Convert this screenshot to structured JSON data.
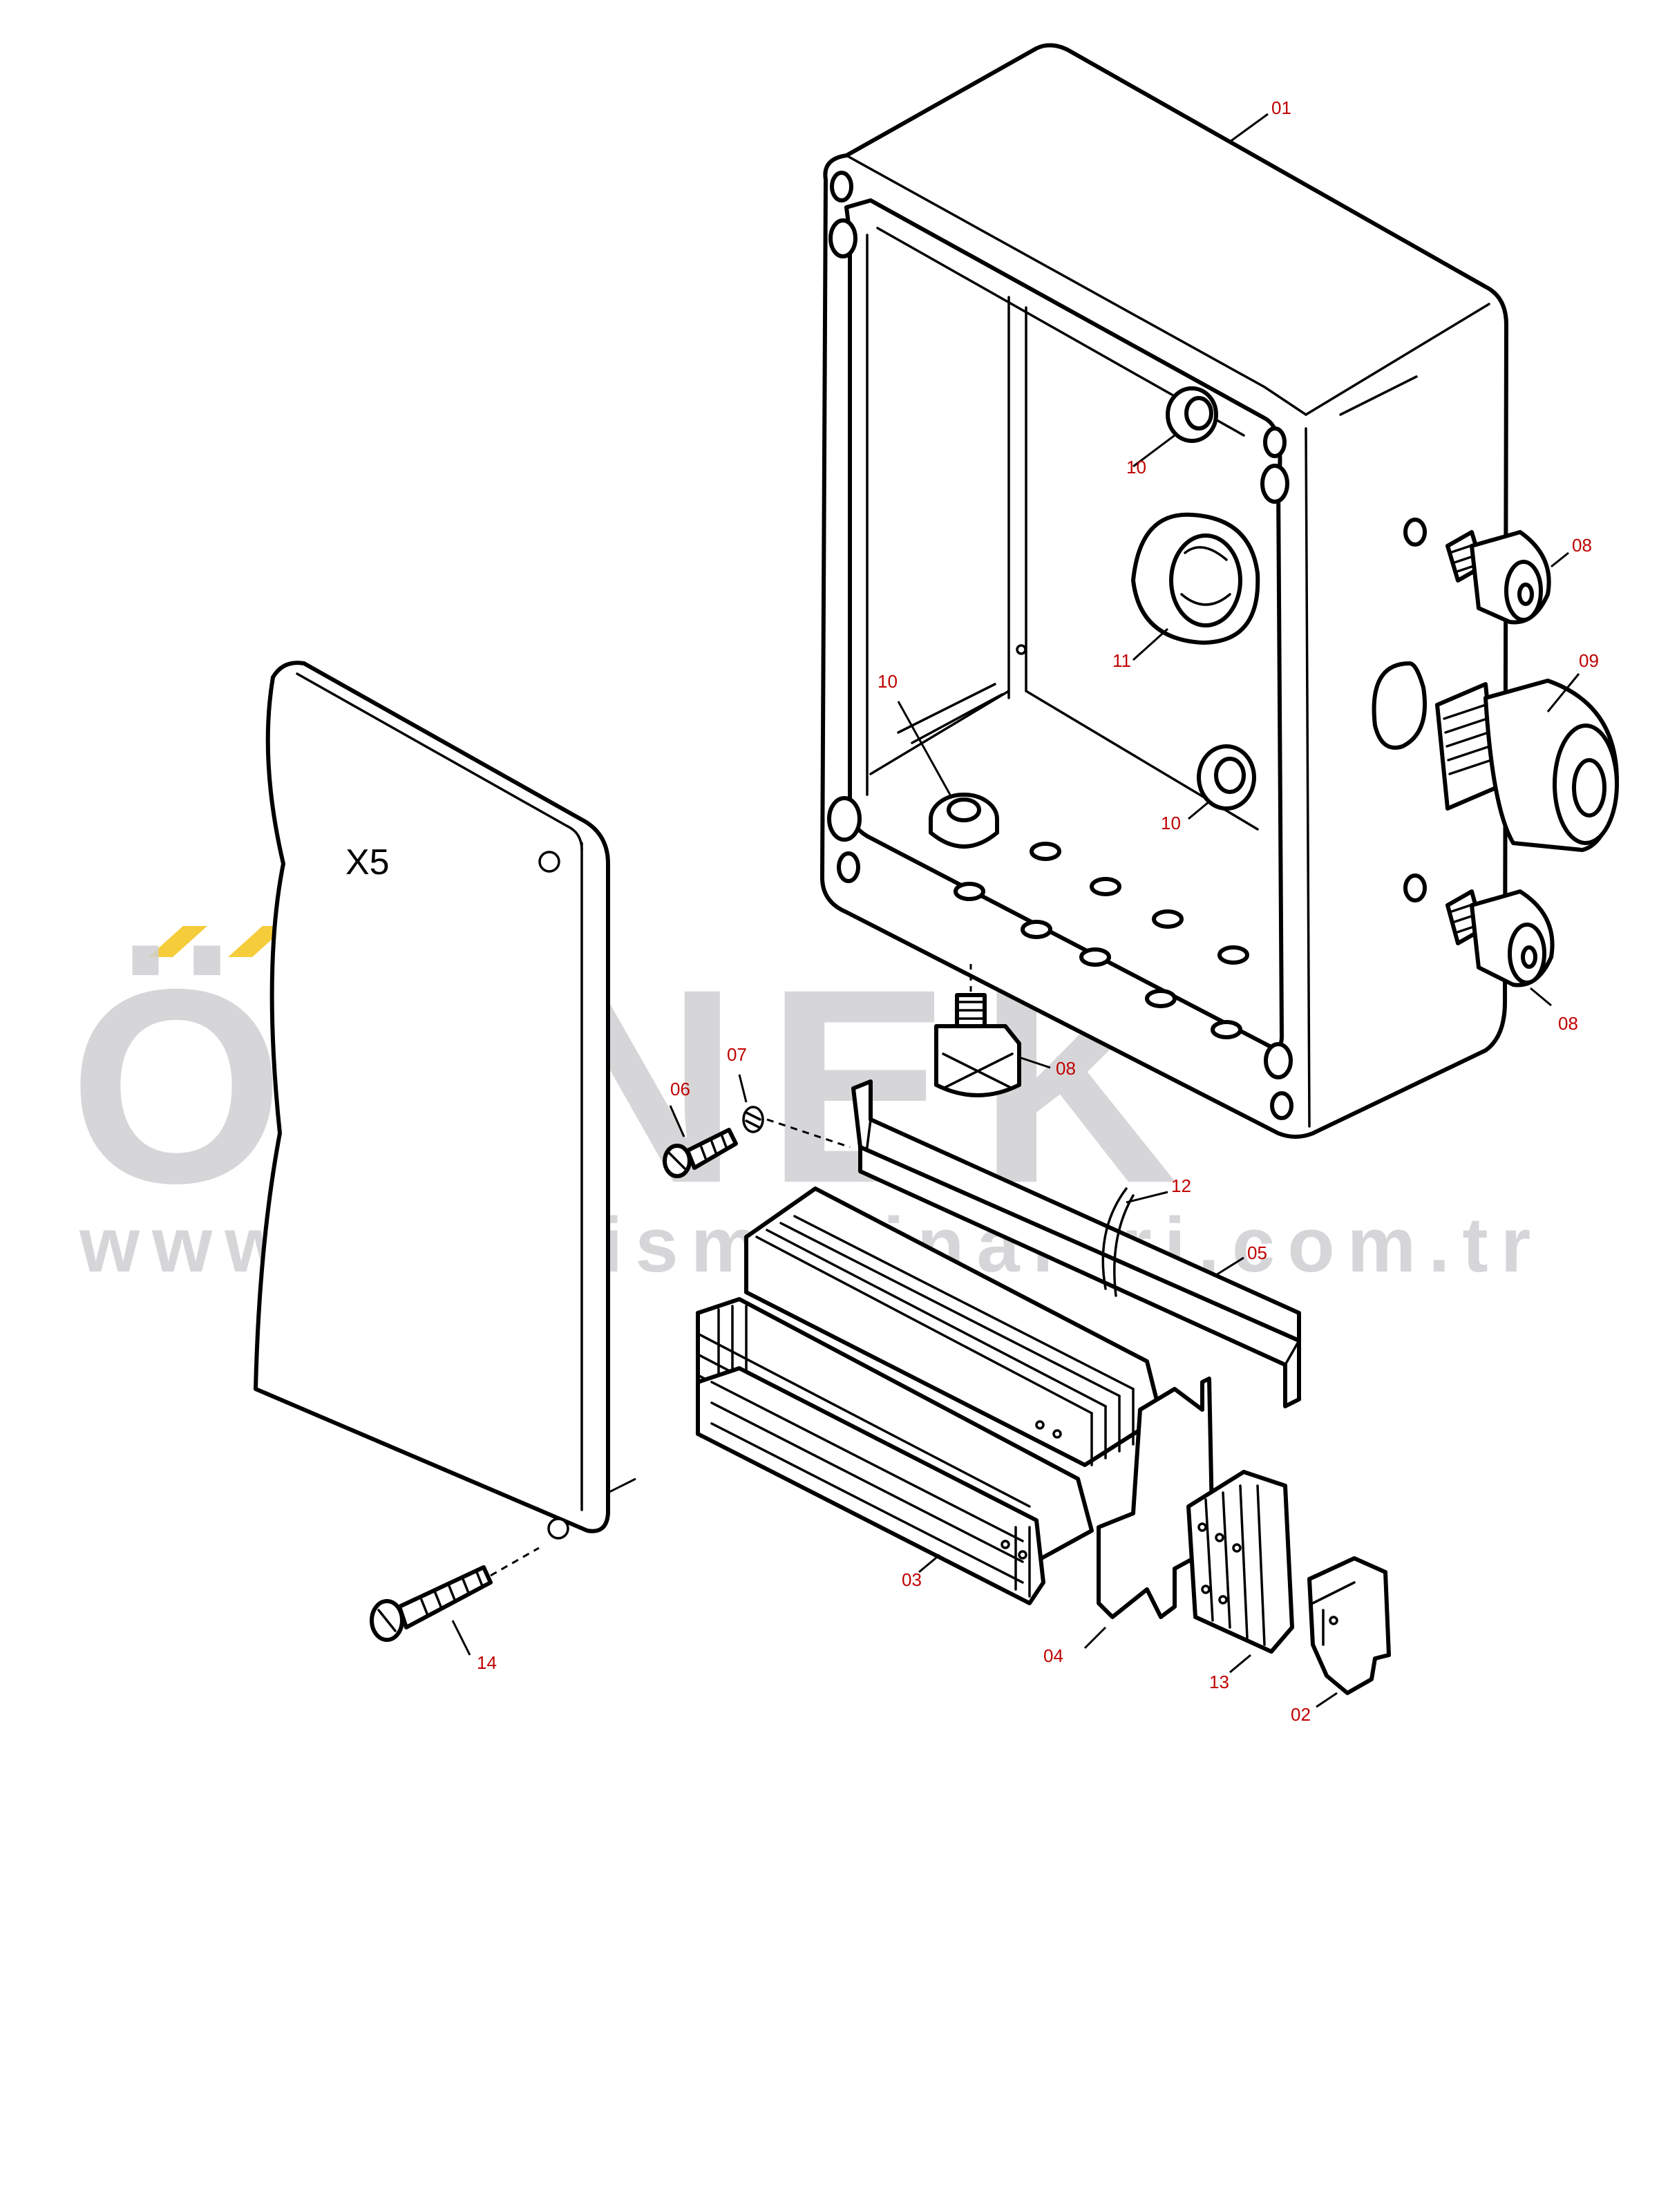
{
  "panel_label": "X5",
  "watermark": {
    "brand": "ÖRNEK",
    "url": "www.ornekismakinalari.com.tr",
    "accent_color": "#f5cc3a",
    "text_color": "#cfcfd3"
  },
  "callout_color": "#c00000",
  "callouts": {
    "c01": "01",
    "c02": "02",
    "c03": "03",
    "c04": "04",
    "c05": "05",
    "c06": "06",
    "c07": "07",
    "c08_top": "08",
    "c08_mid": "08",
    "c08_low": "08",
    "c09": "09",
    "c10_top": "10",
    "c10_left": "10",
    "c10_right": "10",
    "c11": "11",
    "c12": "12",
    "c13": "13",
    "c14": "14"
  }
}
